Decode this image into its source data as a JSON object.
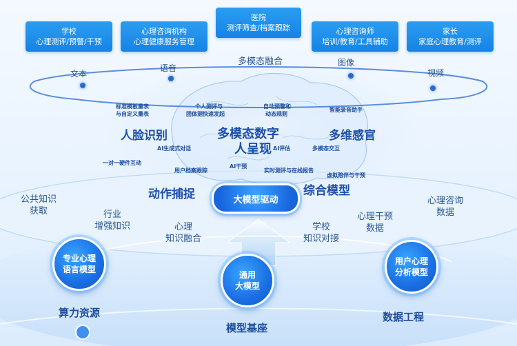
{
  "top_boxes": [
    {
      "line1": "学校",
      "line2": "心理测评/预警/干预"
    },
    {
      "line1": "心理咨询机构",
      "line2": "心理健康服务管理"
    },
    {
      "line1": "医院",
      "line2": "测评筛查/档案跟踪"
    },
    {
      "line1": "心理咨询师",
      "line2": "培训/教育/工具辅助"
    },
    {
      "line1": "家长",
      "line2": "家庭心理教育/测评"
    }
  ],
  "modality_ring": {
    "center_label": "多模态融合",
    "modalities": [
      "文本",
      "语音",
      "图像",
      "视频"
    ]
  },
  "brain_features": {
    "small": [
      "标准模板量表",
      "与自定义量表",
      "个人测评与",
      "团体测快速发起",
      "自动预警和",
      "动态规则",
      "智能录音助手",
      "AI生成式对话",
      "AI评估",
      "多模态交互",
      "一对一硬件互动",
      "用户档案跟踪",
      "AI干预",
      "实时测评与在线报告",
      "虚拟陪伴与干预"
    ],
    "big": [
      "人脸识别",
      "多模态数字",
      "人呈现",
      "多维感官",
      "动作捕捉",
      "综合模型"
    ]
  },
  "driver": "大模型驱动",
  "knowledge": {
    "left": [
      {
        "line1": "公共知识",
        "line2": "获取"
      },
      {
        "line1": "行业",
        "line2": "增强知识"
      },
      {
        "line1": "心理",
        "line2": "知识融合"
      }
    ],
    "right": [
      {
        "line1": "学校",
        "line2": "知识对接"
      },
      {
        "line1": "心理干预",
        "line2": "数据"
      },
      {
        "line1": "心理咨询",
        "line2": "数据"
      }
    ]
  },
  "models": [
    {
      "line1": "专业心理",
      "line2": "语言模型"
    },
    {
      "line1": "通用",
      "line2": "大模型"
    },
    {
      "line1": "用户心理",
      "line2": "分析模型"
    }
  ],
  "foundation": {
    "left": "算力资源",
    "center": "模型基座",
    "right": "数据工程"
  },
  "colors": {
    "accent": "#1683e6",
    "ring": "#2a6ad0",
    "text_dark": "#1d4fa8"
  }
}
